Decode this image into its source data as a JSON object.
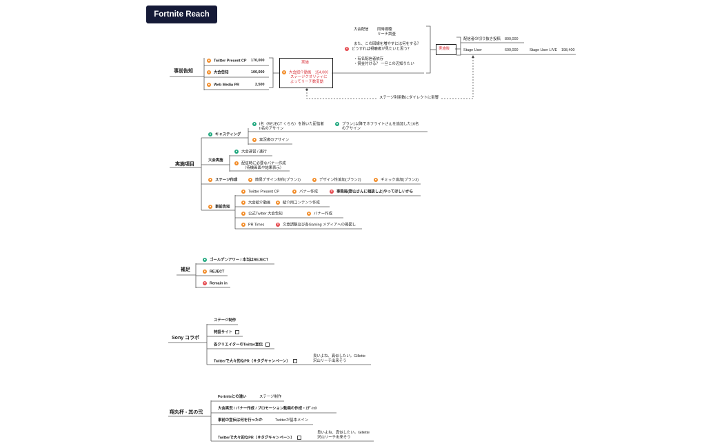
{
  "title": "Fortnite Reach",
  "colors": {
    "orange": "#f28c28",
    "green": "#20a87e",
    "red": "#e5484d",
    "dark": "#151a37"
  },
  "sections": {
    "s1": {
      "label": "事前告知",
      "items": [
        {
          "label": "Twitter Present CP",
          "value": "170,000",
          "icon": "orange"
        },
        {
          "label": "大会告知",
          "value": "100,000",
          "icon": "orange"
        },
        {
          "label": "Web Media PR",
          "value": "2,500",
          "icon": "orange"
        }
      ],
      "result_box": {
        "head": "実施",
        "icon": "orange",
        "line1": "大会紹介動画　154,000",
        "line2": "ステージクオリティに",
        "line3": "よってリーチ数変動"
      },
      "notes": {
        "n1a": "大会配信",
        "n1b": "同時視聴",
        "n1c": "リーチ調査",
        "q1": "また、この回線を増やすには何をする？",
        "q2": "どうすれば視聴者が見たいと思う？",
        "b1": "・有名配信者依存",
        "b2": "・賞金付ける？ 一旦この辺知りたい"
      },
      "after": {
        "label": "実施後"
      },
      "right_items": [
        {
          "label": "配信者の切り抜き投稿",
          "value": "800,000"
        },
        {
          "label": "Stage User",
          "value": "600,000"
        },
        {
          "label": "Stage User LIVE",
          "value": "198,400"
        }
      ],
      "feedback": "ステージ利用数にダイレクトに影響"
    },
    "s2": {
      "label": "実施項目",
      "casting": {
        "label": "キャスティング",
        "a": "I名（REJECT くらら）を除いた配信者",
        "a2": "II名のアサイン",
        "b": "プラン1以降でネフライトさんを追加した16名",
        "b2": "のアサイン",
        "c": "実況者のアサイン"
      },
      "taikai": {
        "label": "大会実施",
        "a": "大会運営 / 進行",
        "b": "配信時に必要なバナー作成",
        "b2": "（待機画面や結果表示）"
      },
      "stage": {
        "label": "ステージ作成",
        "a": "簡易デザイン制作(プラン1)",
        "b": "デザイン性追加(プラン2)",
        "c": "ギミック追加(プラン3)"
      },
      "pre": {
        "label": "事前告知",
        "a": "Twitter Present CP",
        "b": "バナー作成",
        "c": "事務局(野山さんに相談しよ)やってほしいから",
        "d": "大会紹介動画",
        "e": "紹介用コンテンツ作成",
        "f": "公式Twitter 大会告知",
        "g": "バナー作成",
        "h": "PR Times",
        "i": "文章調整及び各Gaming メディアへの掲図し"
      }
    },
    "s3": {
      "label": "補足",
      "items": [
        {
          "label": "ゴールデンアワー / 本当はREJECT",
          "icon": "green"
        },
        {
          "label": "REJECT",
          "icon": "orange"
        },
        {
          "label": "Remain in",
          "icon": "red"
        }
      ]
    },
    "s4": {
      "label": "Sony コラボ",
      "items": [
        "ステージ制作",
        "特設サイト",
        "各クリエイターのTwitter宣伝",
        "Twitterで大々的なPR（＃タグキャンペーン）"
      ],
      "note1": "良いよね、真似したい。Gillette",
      "note2": "沢山リーチ出来そう"
    },
    "s5": {
      "label": "翔丸杯 - 其の弐",
      "items": [
        "Fortniteとの違い",
        "大会実況 / バナー作成 / プロモーション動画の作成・ｴﾃﾞｨｯﾄ",
        "事前の宣伝は何を行ったか",
        "Twitterで大々的なPR（＃タグキャンペーン）"
      ],
      "sub1": "ステージ制作",
      "sub3": "Twitterが基本メイン",
      "note1": "良いよね、真似したい。Gillette",
      "note2": "沢山リーチ出来そう"
    }
  }
}
